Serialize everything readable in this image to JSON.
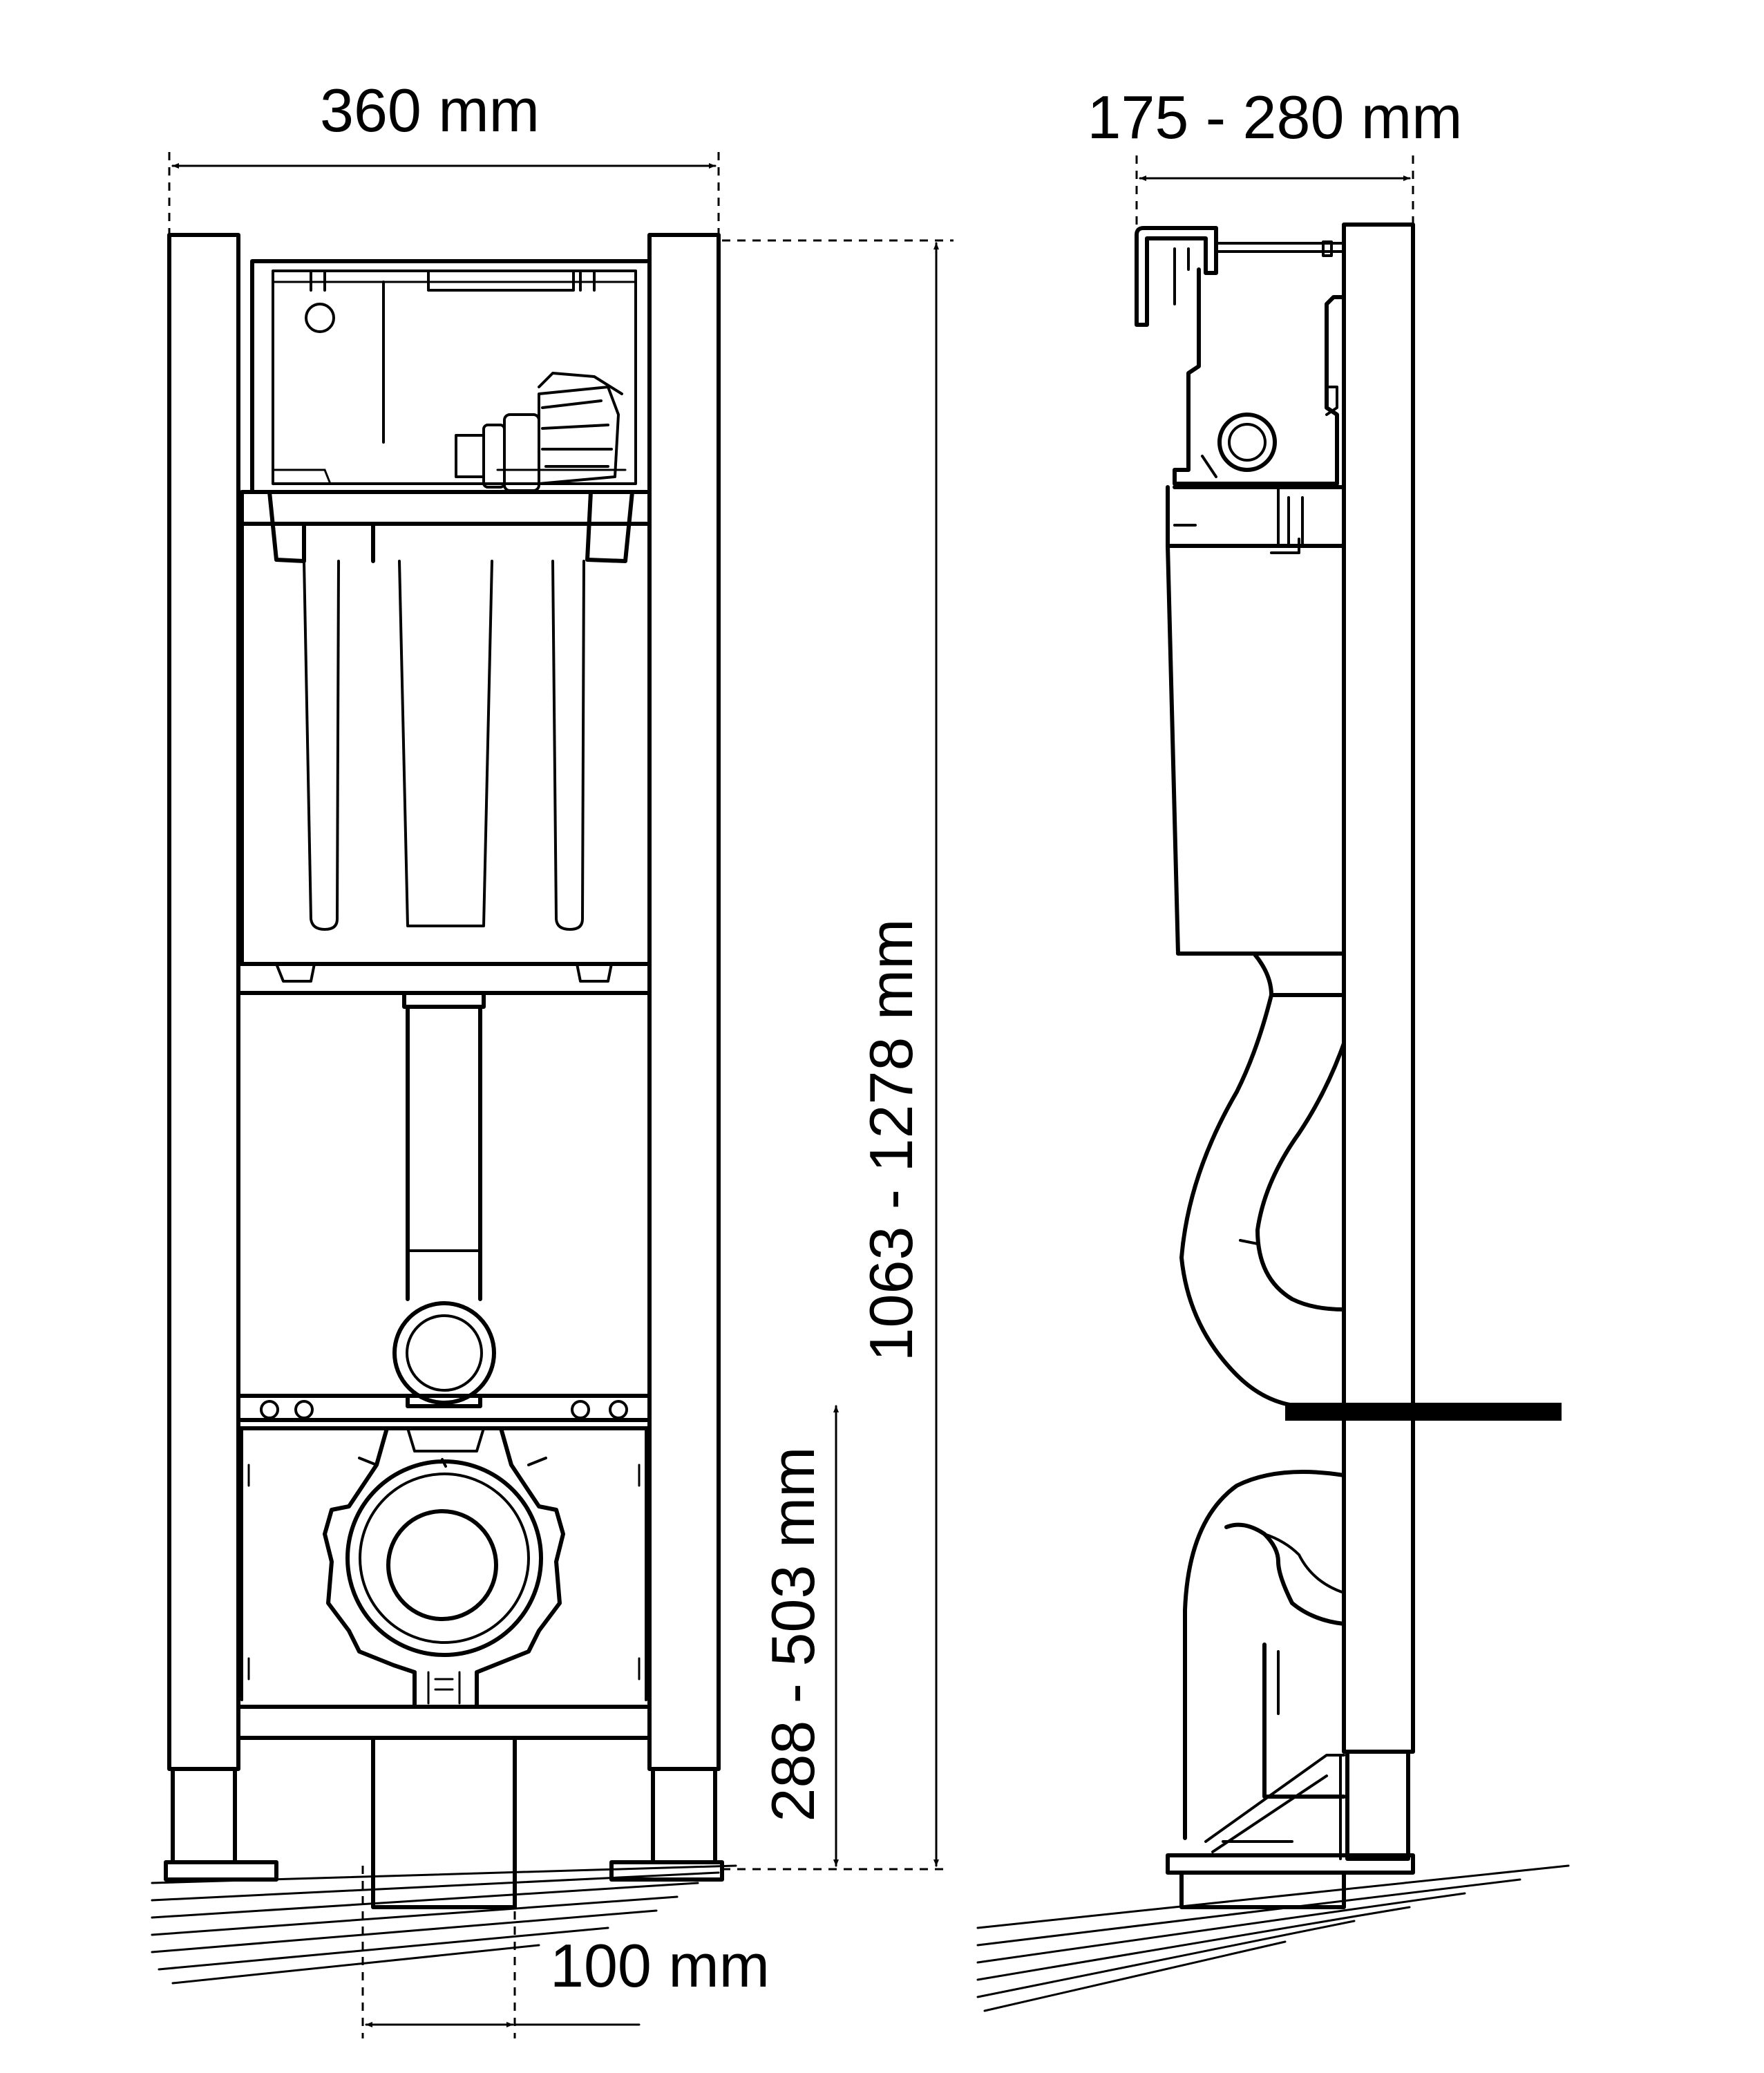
{
  "dimensions": {
    "front_width": "360 mm",
    "side_depth": "175 - 280 mm",
    "total_height": "1063 - 1278 mm",
    "outlet_height": "288 - 503 mm",
    "pipe_width": "100 mm"
  },
  "colors": {
    "line": "#000000",
    "background": "#ffffff"
  }
}
